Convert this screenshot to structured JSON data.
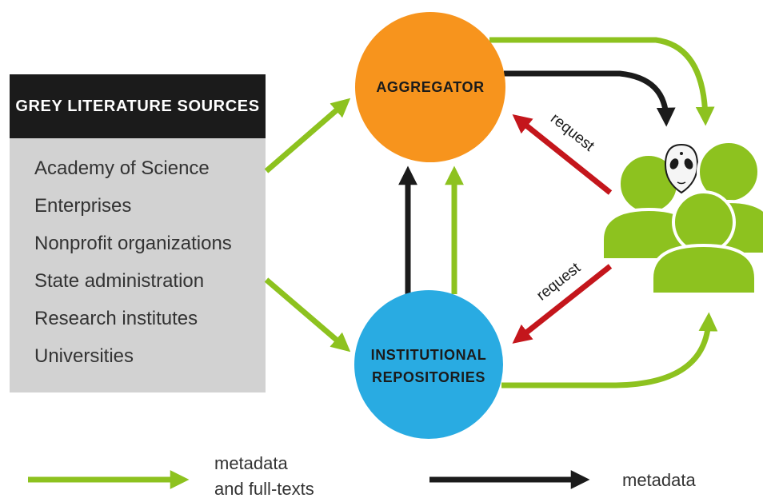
{
  "sources": {
    "title": "GREY LITERATURE SOURCES",
    "items": [
      "Academy of Science",
      "Enterprises",
      "Nonprofit organizations",
      "State administration",
      "Research institutes",
      "Universities"
    ]
  },
  "nodes": {
    "aggregator": "AGGREGATOR",
    "repositories_line1": "INSTITUTIONAL",
    "repositories_line2": "REPOSITORIES"
  },
  "requests": {
    "top": "request",
    "bottom": "request"
  },
  "legend": {
    "green_line1": "metadata",
    "green_line2": "and full-texts",
    "black": "metadata"
  },
  "icons": {
    "users": "users-group-icon",
    "alien": "alien-icon"
  },
  "colors": {
    "green": "#8dc21f",
    "black": "#1b1b1b",
    "red": "#c4161c",
    "aggregator": "#f7941d",
    "repositories": "#29abe2",
    "panel": "#d2d2d2"
  }
}
